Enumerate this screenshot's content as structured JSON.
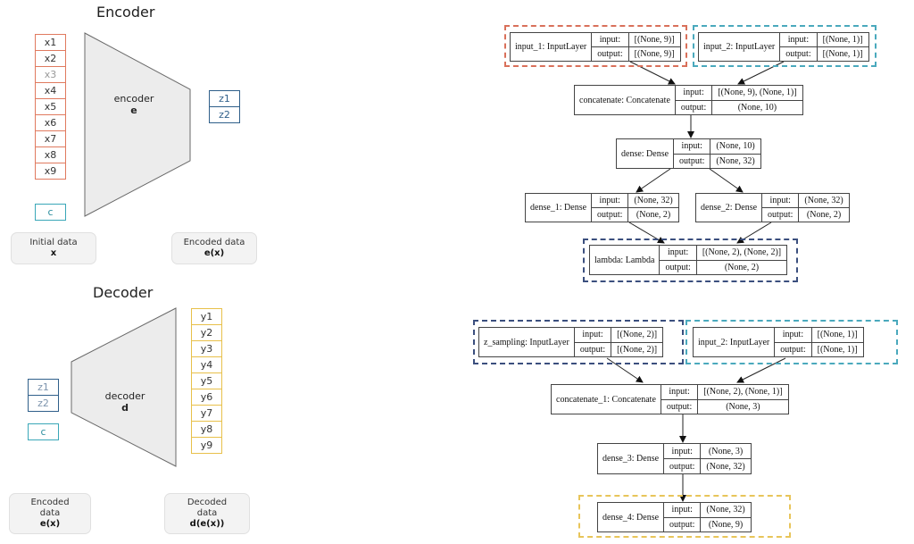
{
  "encoder": {
    "title": "Encoder",
    "inputs": [
      "x1",
      "x2",
      "x3",
      "x4",
      "x5",
      "x6",
      "x7",
      "x8",
      "x9"
    ],
    "condition": "c",
    "block_name": "encoder",
    "block_symbol": "e",
    "outputs": [
      "z1",
      "z2"
    ],
    "caption_left": {
      "line1": "Initial data",
      "line2": "x"
    },
    "caption_right": {
      "line1": "Encoded data",
      "line2": "e(x)"
    }
  },
  "decoder": {
    "title": "Decoder",
    "inputs": [
      "z1",
      "z2"
    ],
    "condition": "c",
    "block_name": "decoder",
    "block_symbol": "d",
    "outputs": [
      "y1",
      "y2",
      "y3",
      "y4",
      "y5",
      "y6",
      "y7",
      "y8",
      "y9"
    ],
    "caption_left": {
      "line1": "Encoded",
      "line2": "data",
      "line3": "e(x)"
    },
    "caption_right": {
      "line1": "Decoded",
      "line2": "data",
      "line3": "d(e(x))"
    }
  },
  "model_labels": {
    "input": "input:",
    "output": "output:"
  },
  "encoder_graph": {
    "input_1": {
      "name": "input_1: InputLayer",
      "in": "[(None, 9)]",
      "out": "[(None, 9)]"
    },
    "input_2": {
      "name": "input_2: InputLayer",
      "in": "[(None, 1)]",
      "out": "[(None, 1)]"
    },
    "concatenate": {
      "name": "concatenate: Concatenate",
      "in": "[(None, 9), (None, 1)]",
      "out": "(None, 10)"
    },
    "dense": {
      "name": "dense: Dense",
      "in": "(None, 10)",
      "out": "(None, 32)"
    },
    "dense_1": {
      "name": "dense_1: Dense",
      "in": "(None, 32)",
      "out": "(None, 2)"
    },
    "dense_2": {
      "name": "dense_2: Dense",
      "in": "(None, 32)",
      "out": "(None, 2)"
    },
    "lambda": {
      "name": "lambda: Lambda",
      "in": "[(None, 2), (None, 2)]",
      "out": "(None, 2)"
    }
  },
  "decoder_graph": {
    "z_sampling": {
      "name": "z_sampling: InputLayer",
      "in": "[(None, 2)]",
      "out": "[(None, 2)]"
    },
    "input_2": {
      "name": "input_2: InputLayer",
      "in": "[(None, 1)]",
      "out": "[(None, 1)]"
    },
    "concatenate_1": {
      "name": "concatenate_1: Concatenate",
      "in": "[(None, 2), (None, 1)]",
      "out": "(None, 3)"
    },
    "dense_3": {
      "name": "dense_3: Dense",
      "in": "(None, 3)",
      "out": "(None, 32)"
    },
    "dense_4": {
      "name": "dense_4: Dense",
      "in": "(None, 32)",
      "out": "(None, 9)"
    }
  },
  "colors": {
    "input_frame": "#d9705a",
    "condition_frame": "#4aa9bd",
    "latent_frame": "#3b4f7e",
    "output_frame": "#e8c55a"
  }
}
